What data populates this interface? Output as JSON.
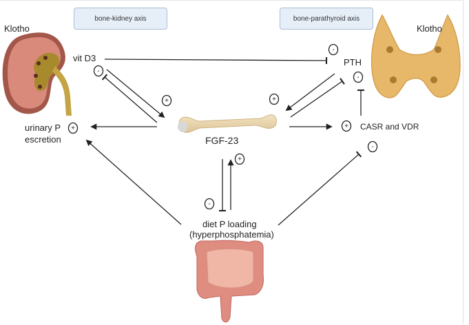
{
  "diagram": {
    "axis_labels": {
      "kidney": "bone-kidney axis",
      "parathyroid": "bone-parathyroid axis"
    },
    "nodes": {
      "klotho_kidney": "Klotho",
      "klotho_parathyroid": "Klotho",
      "vit_d3": "vit D3",
      "pth": "PTH",
      "urinary_p_line1": "urinary P",
      "urinary_p_line2": "escretion",
      "fgf23": "FGF-23",
      "casr_vdr": "CASR and VDR",
      "diet_p_line1": "diet P loading",
      "diet_p_line2": "(hyperphosphatemia)"
    },
    "signs": {
      "plus": "+",
      "minus": "-"
    },
    "organs": [
      "kidney",
      "bone",
      "parathyroid gland",
      "intestine"
    ],
    "relations": [
      {
        "from": "vit D3",
        "to": "PTH",
        "type": "inhibit",
        "sign": "-"
      },
      {
        "from": "vit D3",
        "to": "FGF-23",
        "type": "activate",
        "sign": "+"
      },
      {
        "from": "FGF-23",
        "to": "vit D3",
        "type": "inhibit",
        "sign": "-"
      },
      {
        "from": "FGF-23",
        "to": "urinary P escretion",
        "type": "activate",
        "sign": "+"
      },
      {
        "from": "PTH",
        "to": "FGF-23",
        "type": "activate",
        "sign": "+"
      },
      {
        "from": "FGF-23",
        "to": "PTH",
        "type": "inhibit",
        "sign": "-"
      },
      {
        "from": "FGF-23",
        "to": "CASR and VDR",
        "type": "activate",
        "sign": "+"
      },
      {
        "from": "CASR and VDR",
        "to": "PTH",
        "type": "inhibit",
        "sign": "-"
      },
      {
        "from": "diet P loading",
        "to": "FGF-23",
        "type": "activate",
        "sign": "+"
      },
      {
        "from": "FGF-23",
        "to": "diet P loading",
        "type": "inhibit",
        "sign": "-"
      },
      {
        "from": "diet P loading",
        "to": "urinary P escretion",
        "type": "activate"
      },
      {
        "from": "diet P loading",
        "to": "CASR and VDR",
        "type": "inhibit",
        "sign": "-"
      }
    ]
  }
}
